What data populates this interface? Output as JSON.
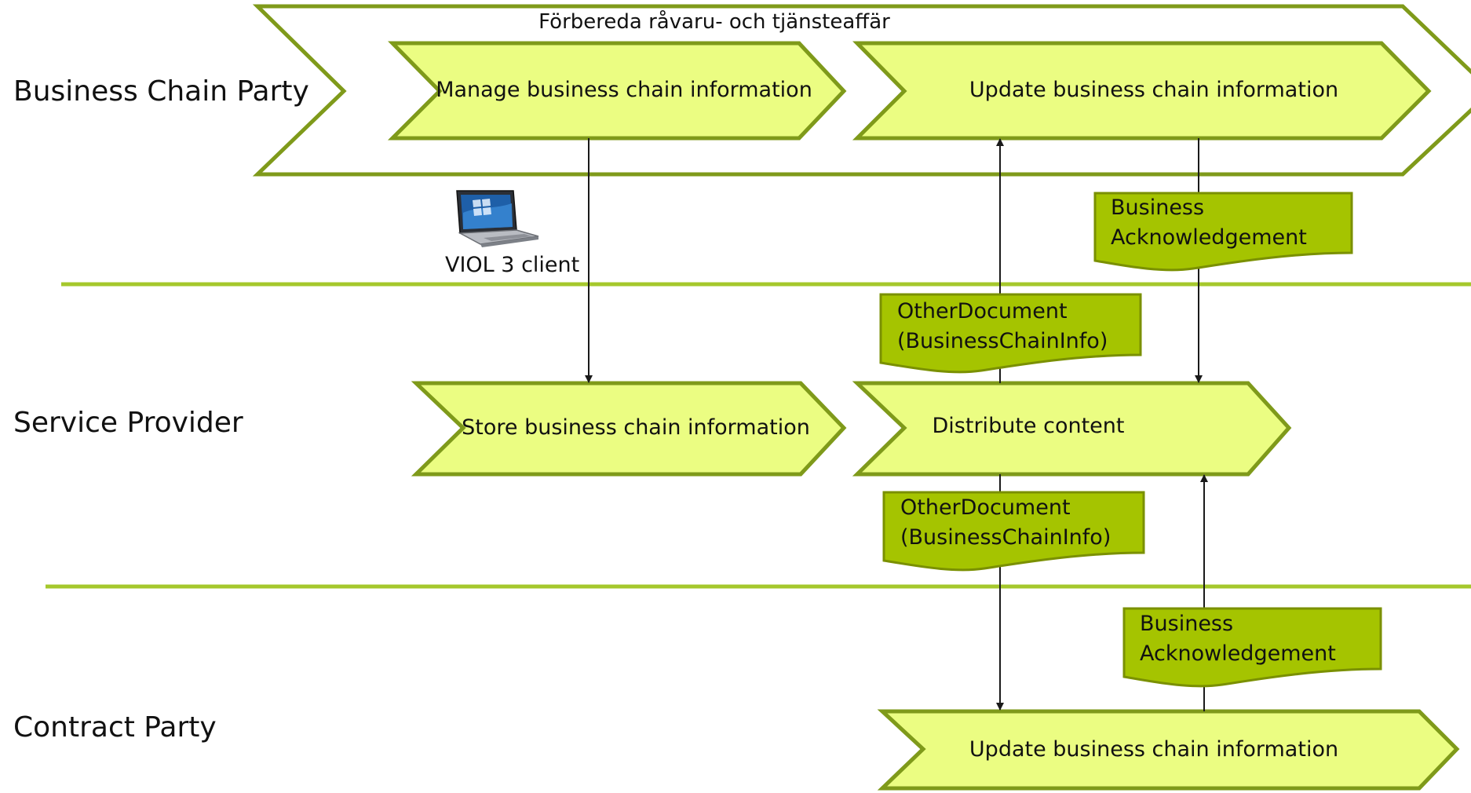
{
  "lanes": {
    "business_chain_party": "Business Chain Party",
    "service_provider": "Service Provider",
    "contract_party": "Contract Party"
  },
  "outer_process": {
    "title": "Förbereda råvaru- och tjänsteaffär"
  },
  "processes": {
    "manage": "Manage business chain information",
    "update_top": "Update business chain information",
    "store": "Store business chain information",
    "distribute": "Distribute content",
    "update_bottom": "Update business chain information"
  },
  "documents": {
    "ack_top": {
      "line1": "Business",
      "line2": "Acknowledgement"
    },
    "other_top": {
      "line1": "OtherDocument",
      "line2": "(BusinessChainInfo)"
    },
    "other_bottom": {
      "line1": "OtherDocument",
      "line2": "(BusinessChainInfo)"
    },
    "ack_bottom": {
      "line1": "Business",
      "line2": "Acknowledgement"
    }
  },
  "client": {
    "label": "VIOL 3 client",
    "icon": "laptop-icon"
  },
  "colors": {
    "chevron_fill": "#ebfd82",
    "chevron_stroke": "#7f9a1a",
    "document_fill": "#a5c400",
    "document_stroke": "#7a9000",
    "lane_divider": "#a5c82c",
    "arrow": "#1a1a1a"
  }
}
